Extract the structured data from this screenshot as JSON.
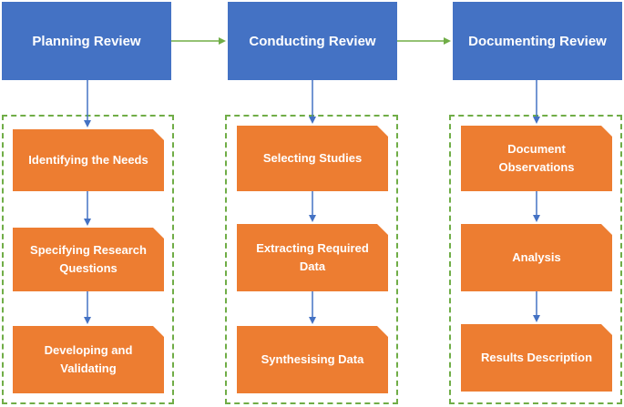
{
  "columns": [
    {
      "title": "Planning Review",
      "steps": [
        "Identifying the Needs",
        "Specifying Research\nQuestions",
        "Developing and\nValidating"
      ]
    },
    {
      "title": "Conducting Review",
      "steps": [
        "Selecting Studies",
        "Extracting Required\nData",
        "Synthesising Data"
      ]
    },
    {
      "title": "Documenting Review",
      "steps": [
        "Document\nObservations",
        "Analysis",
        "Results Description"
      ]
    }
  ],
  "colors": {
    "header": "#4472C4",
    "step": "#ED7D31",
    "group_border": "#70AD47",
    "flow_arrow": "#70AD47",
    "down_arrow": "#4472C4"
  }
}
